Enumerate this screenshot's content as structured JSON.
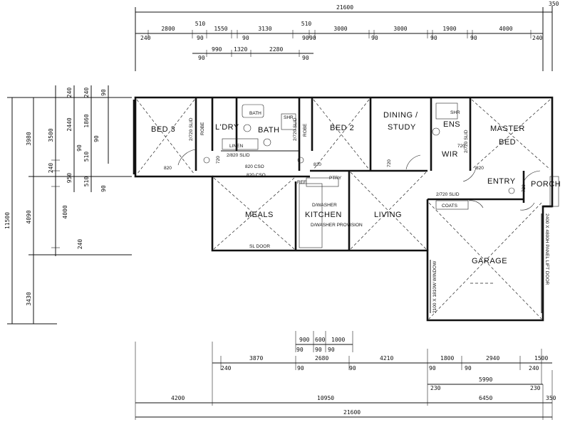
{
  "rooms": {
    "bed3": "BED 3",
    "lry": "L'DRY",
    "bath": "BATH",
    "bed2": "BED 2",
    "dining1": "DINING /",
    "dining2": "STUDY",
    "ens": "ENS",
    "master1": "MASTER",
    "master2": "BED",
    "wir": "WIR",
    "entry": "ENTRY",
    "porch": "PORCH",
    "meals": "MEALS",
    "kitchen": "KITCHEN",
    "living": "LIVING",
    "garage": "GARAGE",
    "linen": "LINEN",
    "ptry": "PTRY",
    "coats": "COATS"
  },
  "labels": {
    "robe1": "ROBE",
    "robe2": "ROBE",
    "bath_small": "BATH",
    "shr1": "SHR",
    "shr2": "SHR",
    "slid1": "2/720 SLID",
    "slid2": "2/720 SLID",
    "slid3": "2/820 SLID",
    "slid4": "2/720 SLID",
    "slid5": "2/720 SLID",
    "cso1": "820 CSO",
    "cso2": "820 CSO",
    "d820a": "820",
    "d820b": "820",
    "d820c": "820",
    "d720a": "720",
    "d720b": "720",
    "d720c": "720",
    "d720d": "720",
    "ref": "REF",
    "dwash": "D/WASHER",
    "dwasher_prov": "D/WASHER PROVISION",
    "sldoor": "SL DOOR",
    "garage_door": "2400 X 4800H PANEL LIFT DOOR",
    "garage_win": "2100 X 1810W WINDOW"
  },
  "dims_top": {
    "overall": "21600",
    "overhang": "350",
    "row2": [
      "2800",
      "510",
      "1550",
      "90",
      "3130",
      "510",
      "3000",
      "3000",
      "1900",
      "4000"
    ],
    "row2_end": [
      "240",
      "90",
      "90",
      "90",
      "90",
      "90",
      "90",
      "90",
      "240"
    ],
    "row3": [
      "990",
      "1320",
      "2280"
    ],
    "row3_90": [
      "90",
      "90"
    ]
  },
  "dims_left": {
    "overall": "11500",
    "col1": [
      "3980",
      "4090",
      "3430"
    ],
    "col2": [
      "3500",
      "240",
      "950",
      "510",
      "4000",
      "240"
    ],
    "col3": [
      "240",
      "2440",
      "90",
      "510"
    ],
    "col4": [
      "240",
      "1860",
      "90"
    ],
    "col5": "90",
    "col6": "90"
  },
  "dims_bottom": {
    "small": [
      "900",
      "600",
      "1000"
    ],
    "small_90": [
      "90",
      "90",
      "90"
    ],
    "row1": [
      "3870",
      "2680",
      "4210",
      "1800",
      "2940",
      "1500"
    ],
    "row1_90": [
      "240",
      "90",
      "90",
      "90",
      "90",
      "240"
    ],
    "row2": "5990",
    "row2_ends": [
      "230",
      "230"
    ],
    "row3": [
      "4200",
      "10950",
      "6450"
    ],
    "row3_end": "350",
    "overall": "21600"
  }
}
